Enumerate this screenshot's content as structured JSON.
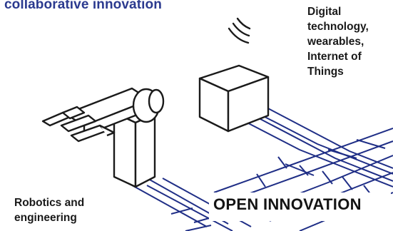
{
  "diagram": {
    "title": "collaborative innovation",
    "nodes": [
      {
        "id": "digital",
        "label_lines": [
          "Digital",
          "technology,",
          "wearables,",
          "Internet of",
          "Things"
        ]
      },
      {
        "id": "robotics",
        "label_lines": [
          "Robotics and",
          "engineering"
        ]
      }
    ],
    "center_label": "OPEN INNOVATION",
    "icons": [
      "wifi-signal-icon",
      "cube-icon",
      "robotic-arm-icon"
    ],
    "colors": {
      "accent": "#2b3a8f",
      "ink": "#1a1a1a",
      "road": "#1f2e86"
    }
  }
}
